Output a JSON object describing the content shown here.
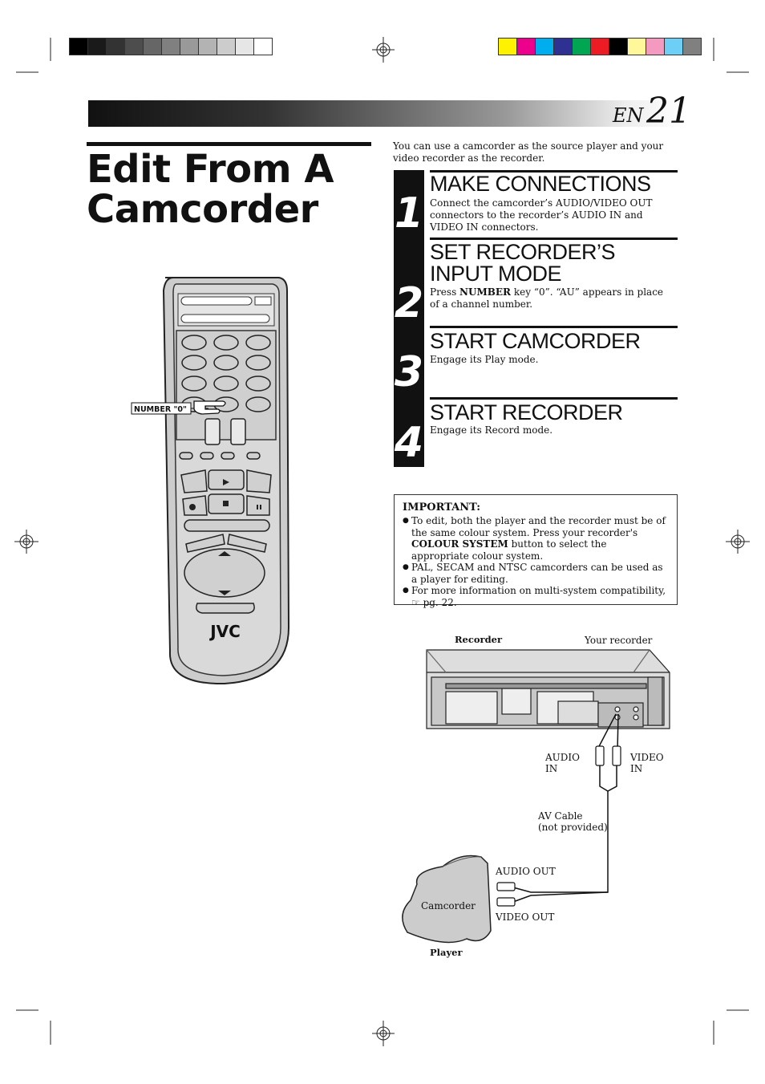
{
  "colors": {
    "gray_bar": [
      "#000000",
      "#1a1a1a",
      "#333333",
      "#4d4d4d",
      "#666666",
      "#808080",
      "#999999",
      "#b3b3b3",
      "#cccccc",
      "#e6e6e6",
      "#ffffff"
    ],
    "color_bar": [
      "#fff200",
      "#ec008c",
      "#00aeef",
      "#2e3192",
      "#00a651",
      "#ed1c24",
      "#000000",
      "#fff799",
      "#f49ac1",
      "#6dcff6",
      "#808080"
    ]
  },
  "header": {
    "en": "EN",
    "page_number": "21"
  },
  "title": {
    "line1": "Edit From A",
    "line2": "Camcorder"
  },
  "intro": "You can use a camcorder as the source player and your video recorder as the recorder.",
  "remote": {
    "callout": "NUMBER \"0\"",
    "brand": "JVC"
  },
  "steps": [
    {
      "num": "1",
      "heading": "MAKE CONNECTIONS",
      "body": "Connect the camcorder’s AUDIO/VIDEO OUT connectors to the recorder’s AUDIO IN and VIDEO IN connectors."
    },
    {
      "num": "2",
      "heading": "SET RECORDER’S INPUT MODE",
      "body_pre": "Press ",
      "body_bold": "NUMBER",
      "body_post": " key “0”. “AU” appears in place of a channel number."
    },
    {
      "num": "3",
      "heading": "START CAMCORDER",
      "body": "Engage its Play mode."
    },
    {
      "num": "4",
      "heading": "START RECORDER",
      "body": "Engage its Record mode."
    }
  ],
  "important": {
    "title": "IMPORTANT:",
    "item1_pre": "To edit, both the player and the recorder must be of the same colour system. Press your recorder's ",
    "item1_bold": "COLOUR SYSTEM",
    "item1_post": " button to select the appropriate colour system.",
    "item2": "PAL, SECAM and NTSC camcorders can be used as a player for editing.",
    "item3": "For more information on multi-system compatibility, ☞ pg. 22."
  },
  "diagram": {
    "recorder_label": "Recorder",
    "your_recorder": "Your recorder",
    "audio_in": [
      "AUDIO",
      "IN"
    ],
    "video_in": [
      "VIDEO",
      "IN"
    ],
    "cable": [
      "AV Cable",
      "(not provided)"
    ],
    "audio_out": "AUDIO OUT",
    "video_out": "VIDEO OUT",
    "camcorder": "Camcorder",
    "player": "Player"
  }
}
